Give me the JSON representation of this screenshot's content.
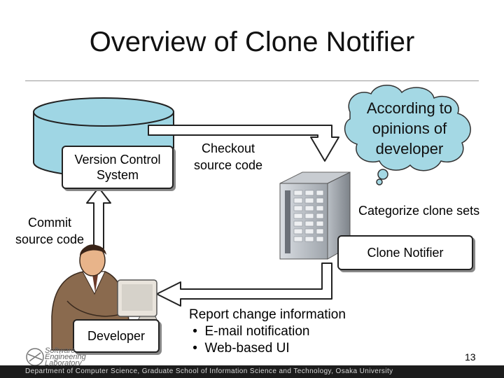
{
  "title": "Overview of Clone Notifier",
  "vcs_label": "Version Control System",
  "checkout_label": "Checkout source code",
  "cloud_text": "According to opinions of developer",
  "categorize_label": "Categorize clone sets",
  "commit_label": "Commit source code",
  "clone_notifier_label": "Clone Notifier",
  "developer_label": "Developer",
  "report": {
    "heading": "Report change information",
    "items": [
      "E-mail notification",
      "Web-based UI"
    ]
  },
  "page_number": "13",
  "footer": "Department of Computer Science, Graduate School of Information Science and Technology, Osaka University",
  "logo": {
    "line1": "Software",
    "line2": "Engineering",
    "line3": "Laboratory"
  },
  "colors": {
    "cylinder_fill": "#9fd6e4",
    "footer_bg": "#1c1c1c",
    "cloud_fill": "#a4d8e4"
  }
}
